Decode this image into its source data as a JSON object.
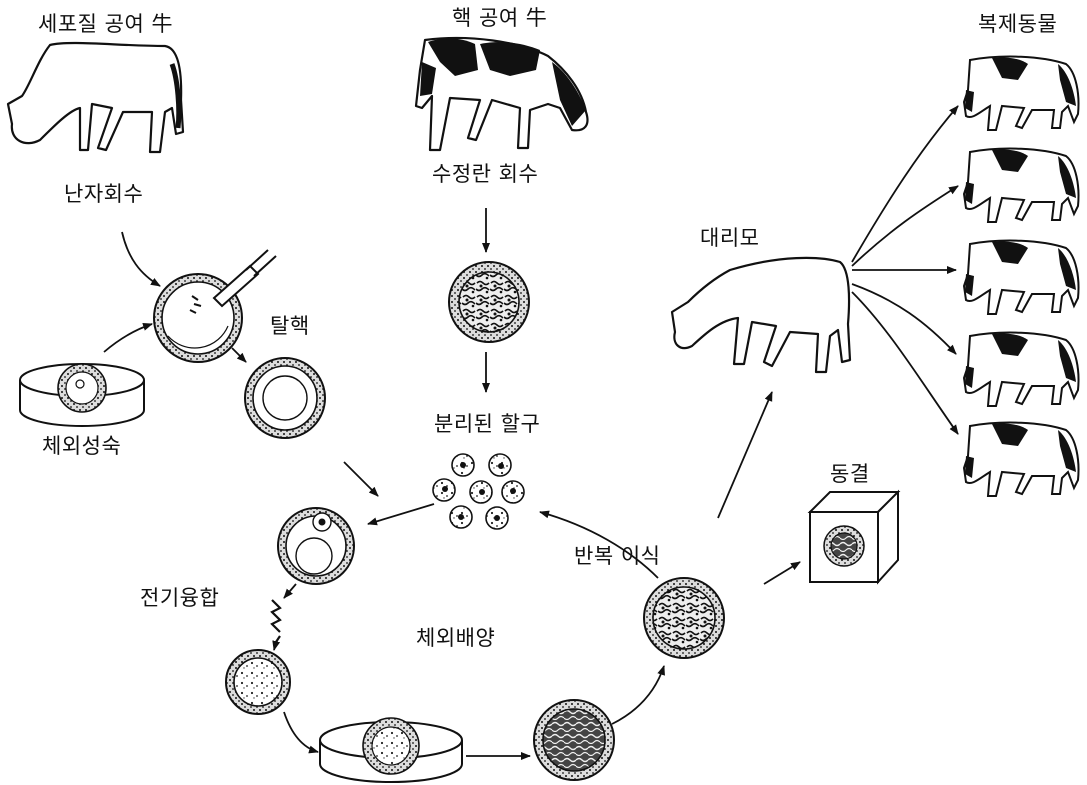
{
  "labels": {
    "cytoplasm_donor": "세포질 공여 牛",
    "nucleus_donor": "핵 공여 牛",
    "clones": "복제동물",
    "oocyte_collection": "난자회수",
    "embryo_collection": "수정란 회수",
    "surrogate": "대리모",
    "enucleation": "탈핵",
    "in_vitro_maturation": "체외성숙",
    "separated_blastomeres": "분리된 할구",
    "freezing": "동결",
    "repeated_transfer": "반복 이식",
    "electrofusion": "전기융합",
    "in_vitro_culture": "체외배양"
  }
}
